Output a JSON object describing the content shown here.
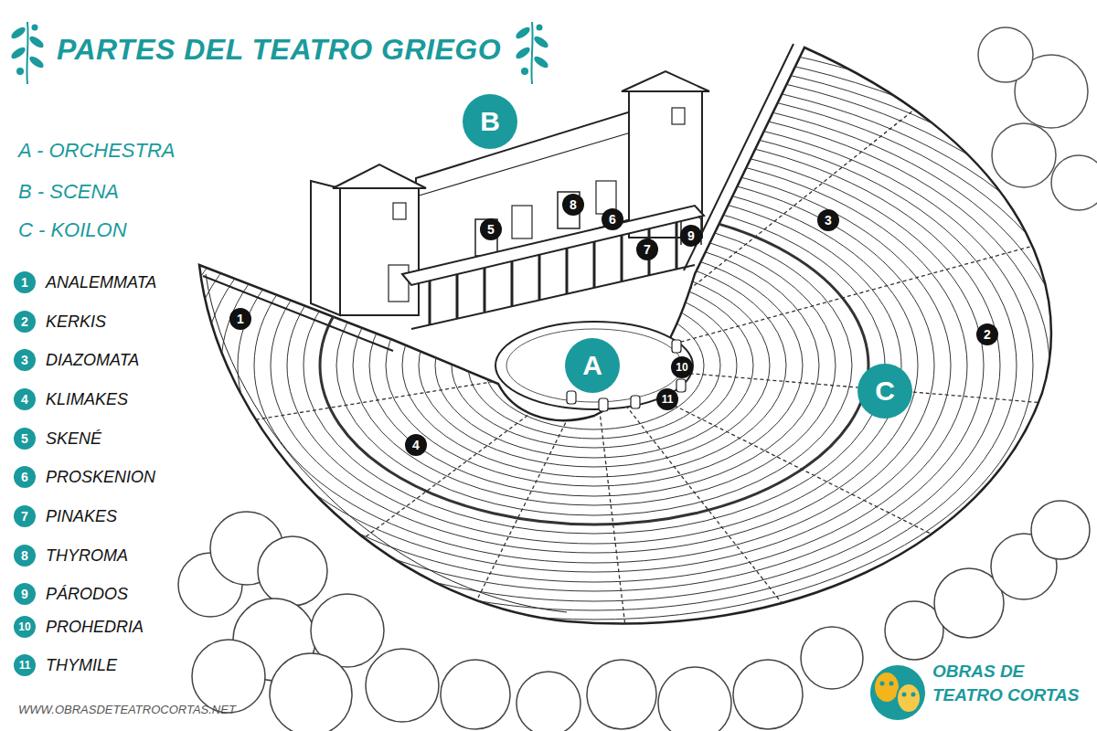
{
  "diagram": {
    "title": "PARTES DEL TEATRO GRIEGO",
    "labels": [
      "A - ORCHESTRA",
      "B - SCENA",
      "C - KOILON",
      "1",
      "ANALEMMATA",
      "2",
      "KERKIS",
      "3",
      "DIAZOMATA",
      "4",
      "KLIMAKES",
      "5",
      "SKENÉ",
      "6",
      "PROSKENION",
      "7",
      "PINAKES",
      "8",
      "THYROMA",
      "9",
      "PÁRODOS",
      "10",
      "PROHEDRIA",
      "11",
      "THYMILE",
      "B",
      "A",
      "C",
      "1",
      "2",
      "3",
      "4",
      "5",
      "6",
      "7",
      "8",
      "9",
      "10",
      "11",
      "WWW.OBRASDETEATROCORTAS.NET",
      "OBRAS DE TEATRO CORTAS"
    ]
  }
}
